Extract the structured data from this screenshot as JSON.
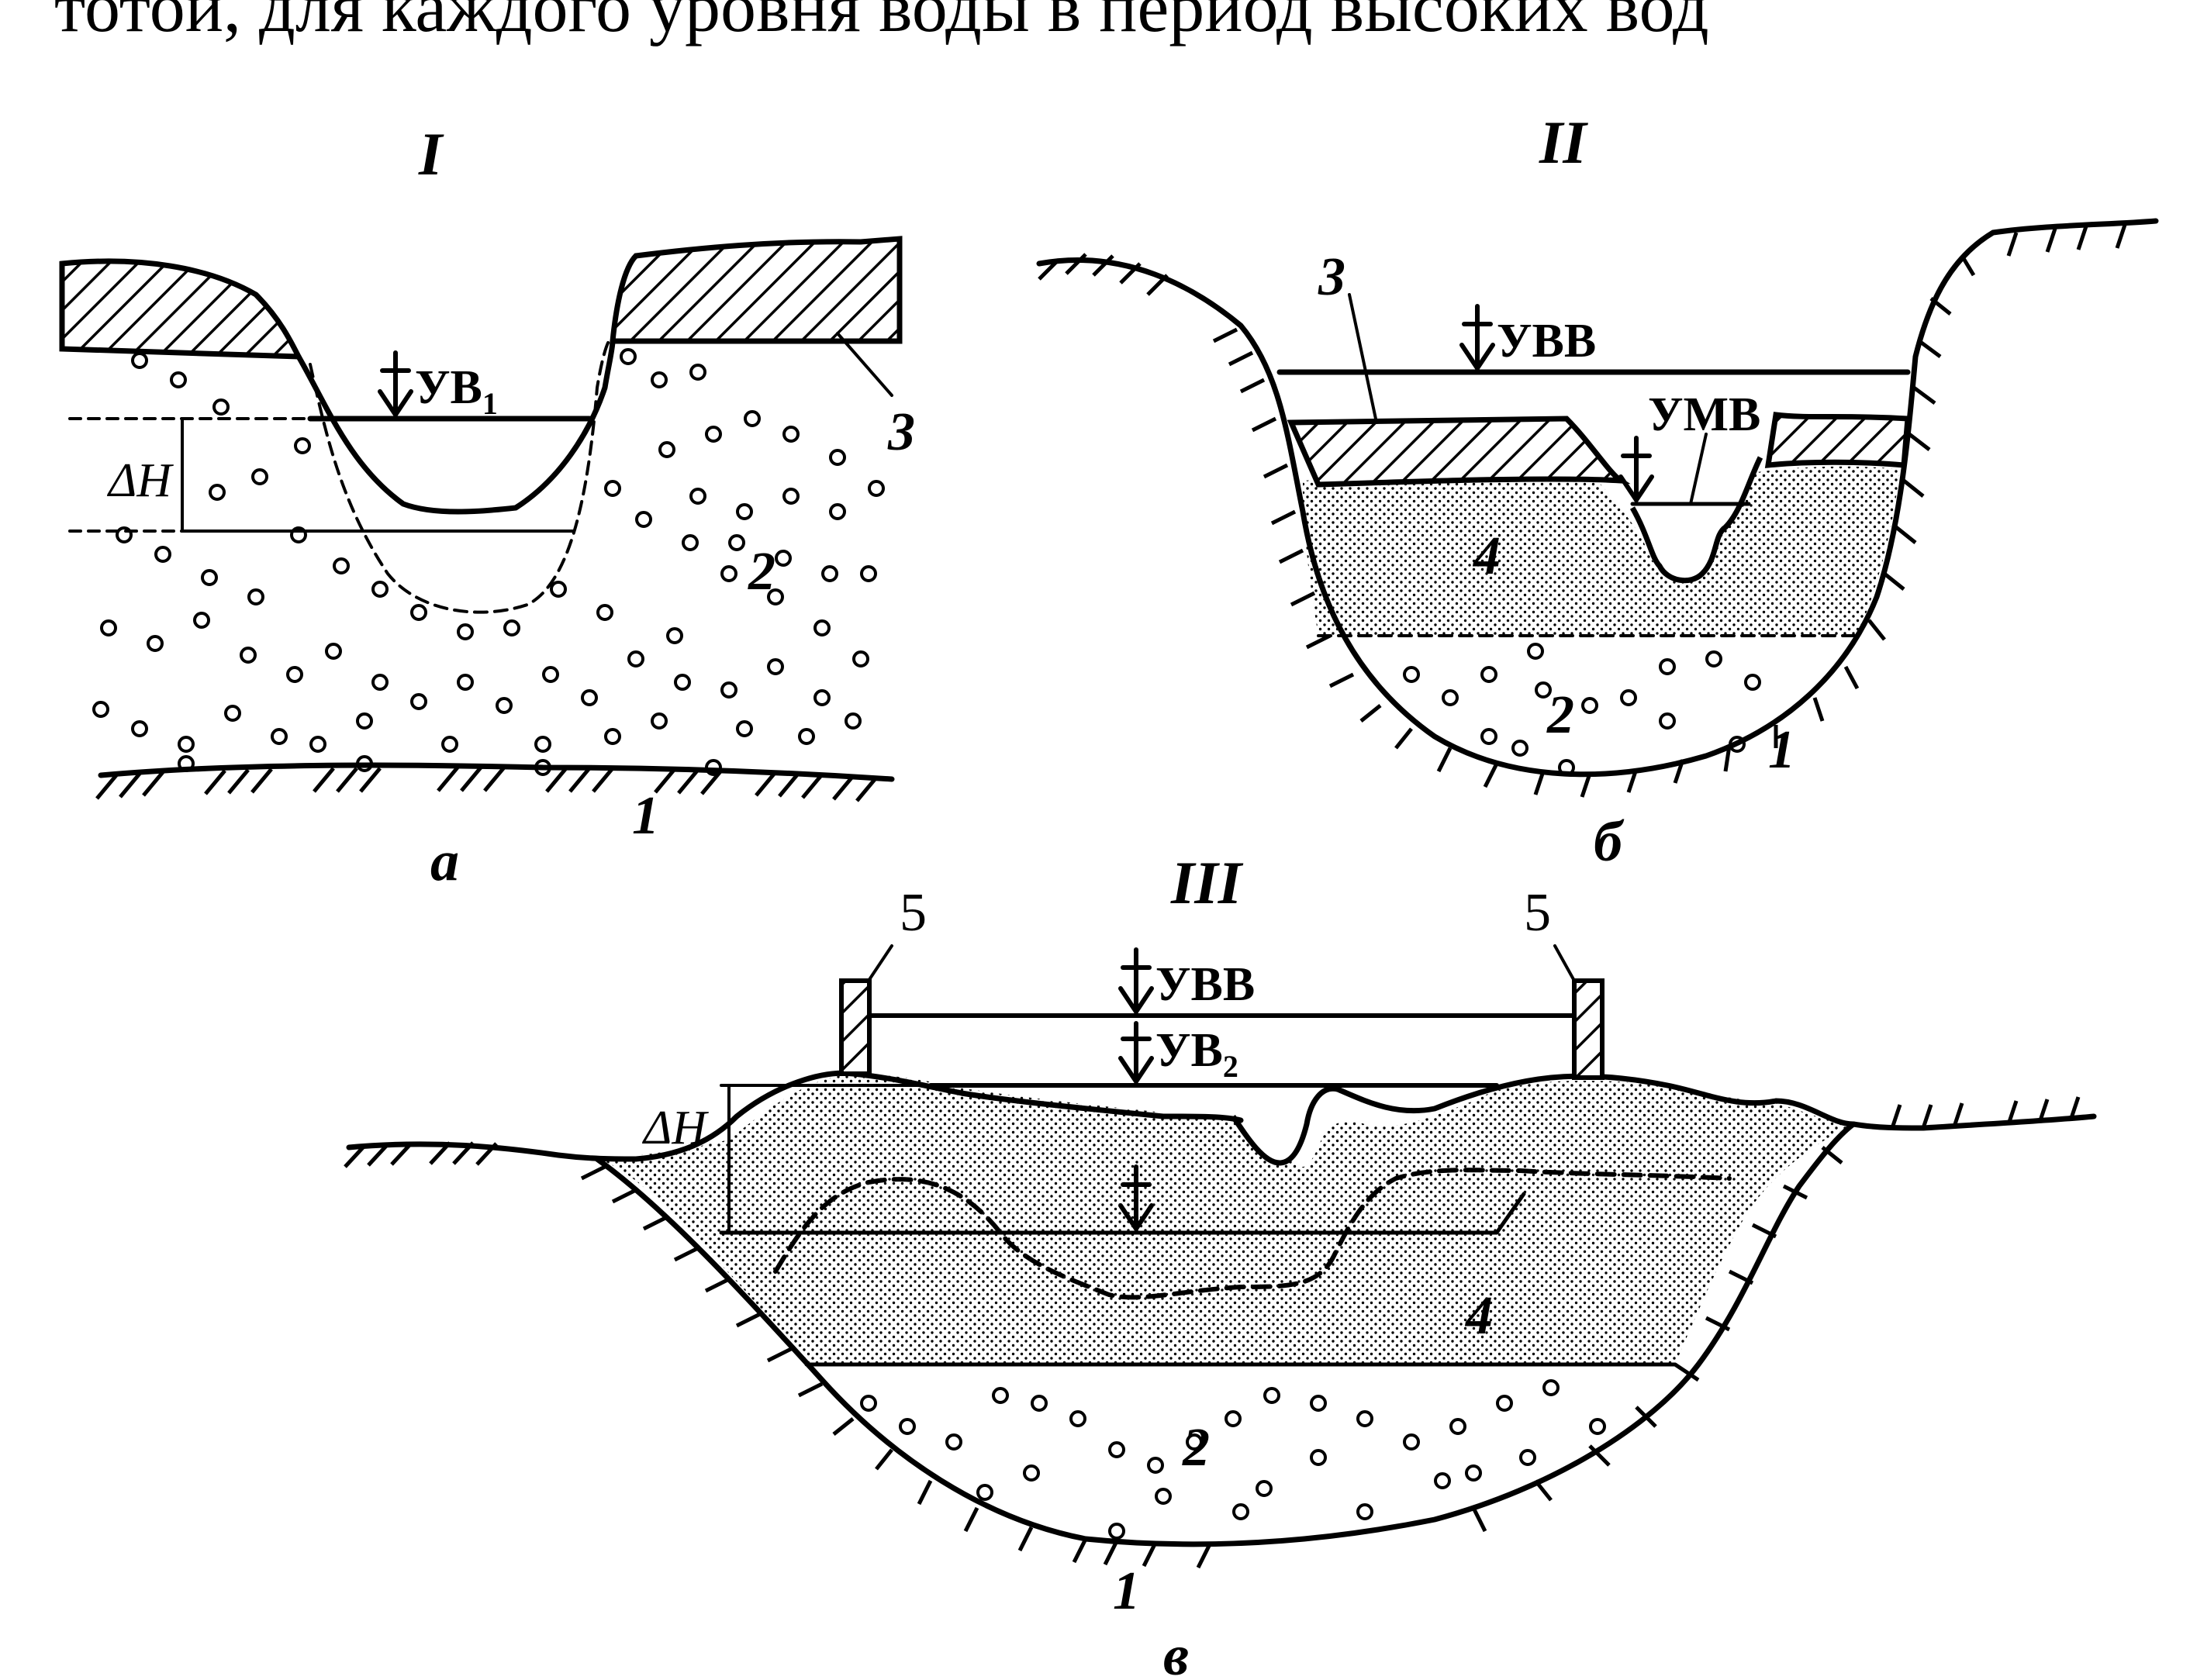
{
  "top_text": "тотой, для каждого уровня воды в период высоких вод",
  "panels": {
    "I": {
      "roman": "I",
      "letter": "а",
      "water_level": "УВ",
      "water_sub": "1",
      "delta_h": "ΔH",
      "n1": "1",
      "n2": "2",
      "n3": "3"
    },
    "II": {
      "roman": "II",
      "letter": "б",
      "high_water": "УВВ",
      "low_water": "УМВ",
      "n1": "1",
      "n2": "2",
      "n3": "3",
      "n4": "4"
    },
    "III": {
      "roman": "III",
      "letter": "в",
      "high_water": "УВВ",
      "water_level": "УВ",
      "water_sub": "2",
      "delta_h": "ΔH",
      "n1": "1",
      "n2": "2",
      "n4": "4",
      "n5_left": "5",
      "n5_right": "5"
    }
  }
}
